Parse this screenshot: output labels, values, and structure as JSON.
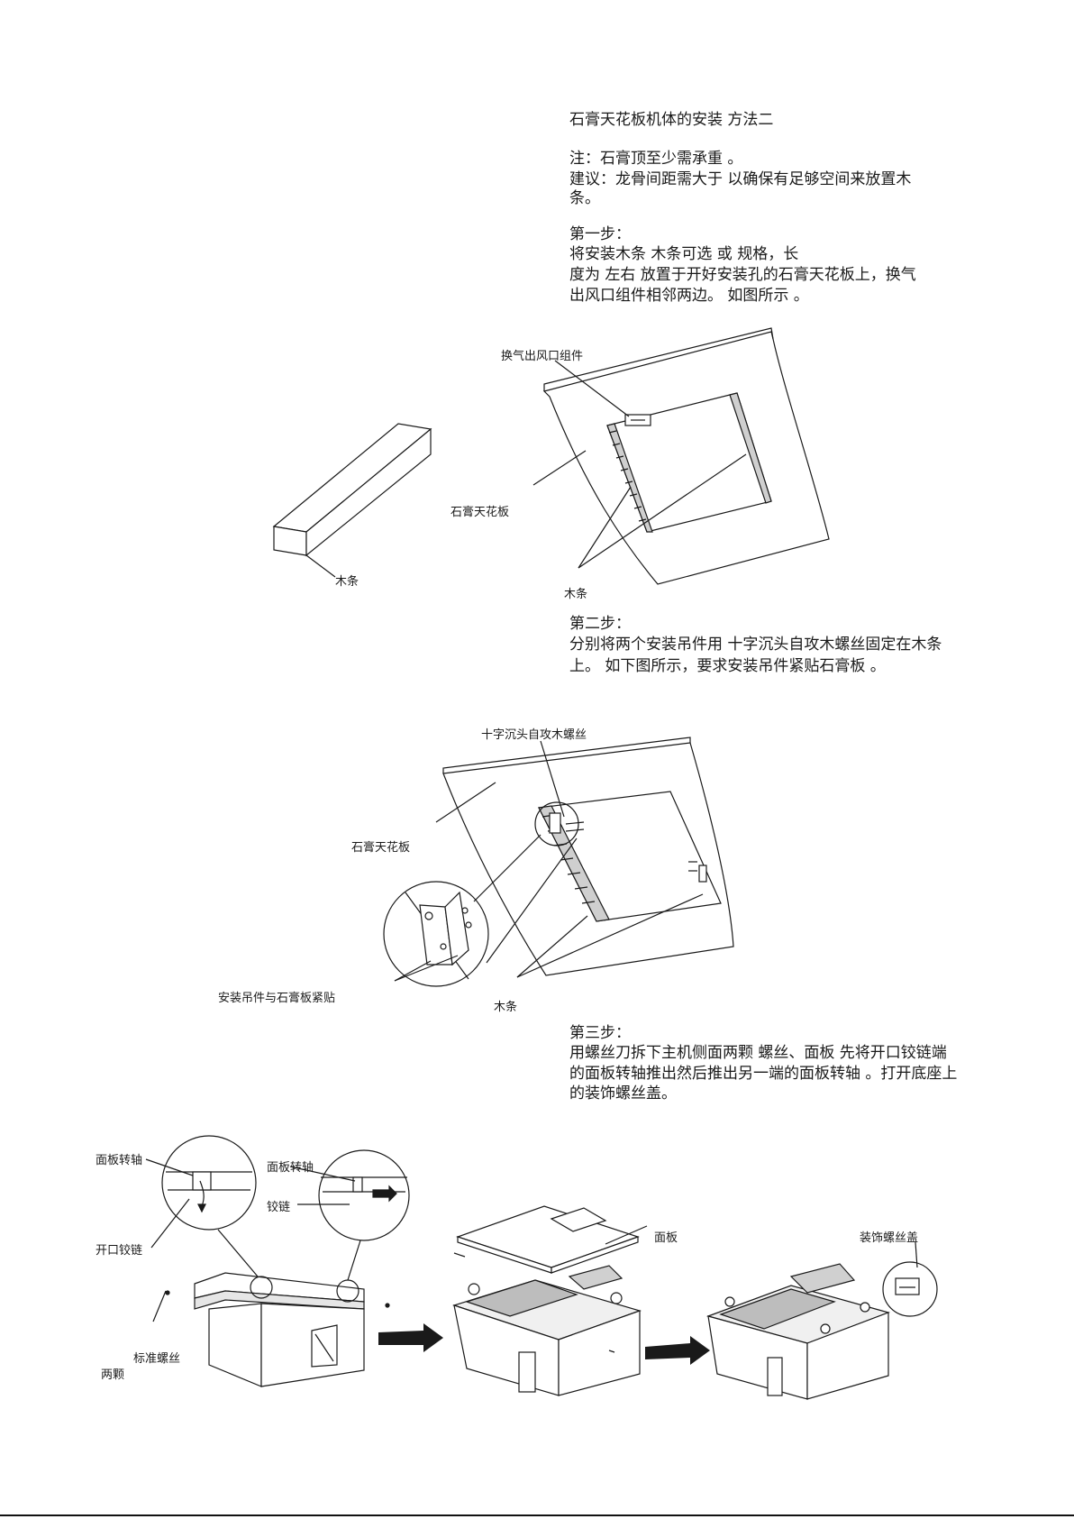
{
  "section_title": "石膏天花板机体的安装  方法二",
  "note": {
    "line1": "注：石膏顶至少需承重        。",
    "line2": "建议：龙骨间距需大于           以确保有足够空间来放置木",
    "line3": "条。"
  },
  "step1": {
    "heading": "第一步：",
    "line1": "将安装木条  木条可选                    或                    规格，长",
    "line2": "度为           左右  放置于开好安装孔的石膏天花板上，换气",
    "line3": "出风口组件相邻两边。  如图所示  。"
  },
  "figure1": {
    "vent_assembly": "换气出风口组件",
    "gypsum_board": "石膏天花板",
    "wood_strip_left": "木条",
    "wood_strip_right": "木条"
  },
  "step2": {
    "heading": "第二步：",
    "line1": "分别将两个安装吊件用     十字沉头自攻木螺丝固定在木条",
    "line2": "上。  如下图所示，要求安装吊件紧贴石膏板  。"
  },
  "figure2": {
    "screw": "十字沉头自攻木螺丝",
    "gypsum_board": "石膏天花板",
    "bracket_flush": "安装吊件与石膏板紧贴",
    "wood_strip": "木条"
  },
  "step3": {
    "heading": "第三步：",
    "line1": "用螺丝刀拆下主机侧面两颗      螺丝、面板  先将开口铰链端",
    "line2": "的面板转轴推出然后推出另一端的面板转轴  。打开底座上",
    "line3": "的装饰螺丝盖。"
  },
  "figure3": {
    "panel_pivot_left": "面板转轴",
    "panel_pivot_right": "面板转轴",
    "hinge": "铰链",
    "open_hinge": "开口铰链",
    "standard_screw": "标准螺丝",
    "two_pieces": "两颗",
    "panel": "面板",
    "decor_screw_cap": "装饰螺丝盖"
  }
}
